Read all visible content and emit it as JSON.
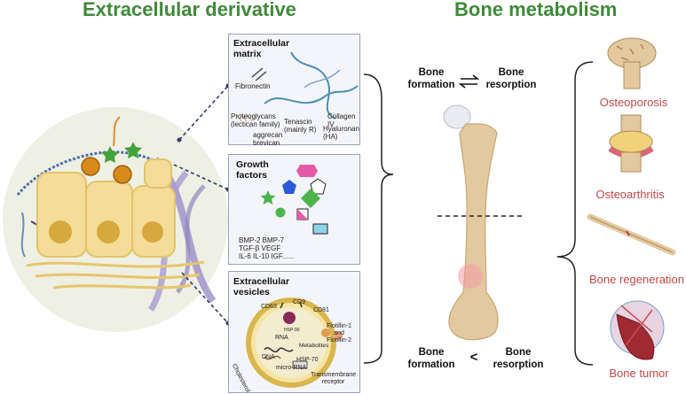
{
  "headings": {
    "left": "Extracellular derivative",
    "right": "Bone metabolism"
  },
  "ecm": {
    "title": "Extracellular\nmatrix",
    "fibronectin": "Fibronectin",
    "collagen": "Collagen\nIV",
    "proteoglycans": "Proteoglycans\n(lectican family)",
    "tenascin": "Tenascin\n(mainly R)",
    "hyaluronan": "Hyaluronan\n(HA)",
    "aggrecan": "aggrecan\nbrevican"
  },
  "gf": {
    "title": "Growth\nfactors",
    "line1": "BMP-2 BMP-7",
    "line2": "TGF-β  VEGF",
    "line3": "IL-6  IL-10   IGF......"
  },
  "ev": {
    "title": "Extracellular\nvesicles",
    "cd63": "CD63",
    "cd9": "CD9",
    "cd81": "CD81",
    "hsp90": "HSP-90",
    "rna": "RNA",
    "metabolites": "Metabolites",
    "flotillin": "Flotillin-1\nand\nFlotillin-2",
    "dna": "DNA",
    "hsp70": "HSP-70",
    "microrna": "micro-RNA",
    "cholesterol": "Cholesterol",
    "receptor": "Transmembrane\nreceptor"
  },
  "bone": {
    "formation_top": "Bone\nformation",
    "resorption_top": "Bone\nresorption",
    "formation_bottom": "Bone\nformation",
    "resorption_bottom": "Bone\nresorption",
    "symbol_bottom": "<"
  },
  "conditions": [
    "Osteoporosis",
    "Osteoarthritis",
    "Bone regeneration",
    "Bone tumor"
  ],
  "colors": {
    "heading": "#3f8a3a",
    "condition": "#c4474c",
    "dashed_line": "#2c3e6b",
    "bone": "#e3c9a0"
  }
}
